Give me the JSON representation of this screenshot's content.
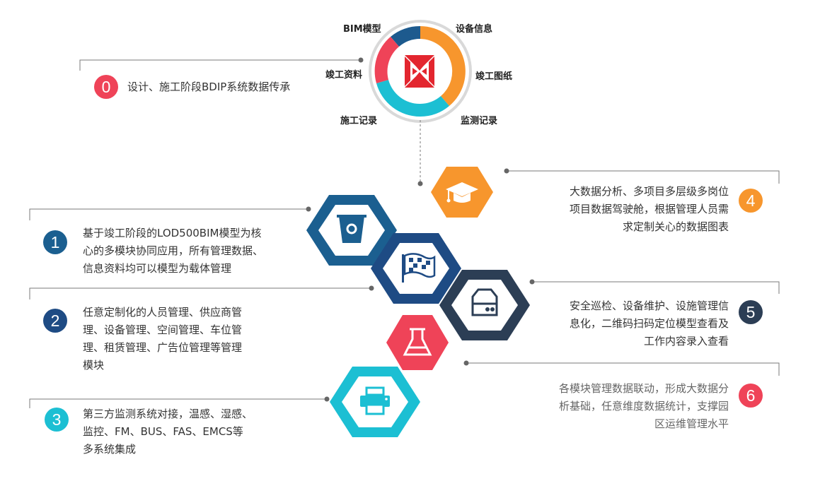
{
  "ring": {
    "labels": {
      "bim": "BIM模型",
      "equipment": "设备信息",
      "completion_docs": "竣工资料",
      "completion_drawings": "竣工图纸",
      "construction_records": "施工记录",
      "monitoring_records": "监测记录"
    }
  },
  "items": [
    {
      "num": "0",
      "color": "#ef4358",
      "lines": [
        "设计、施工阶段BDIP系统数据传承"
      ]
    },
    {
      "num": "1",
      "color": "#1b5f90",
      "lines": [
        "基于竣工阶段的LOD500BIM模型为核",
        "心的多模块协同应用，所有管理数据、",
        "信息资料均可以模型为载体管理"
      ]
    },
    {
      "num": "2",
      "color": "#1e4b84",
      "lines": [
        "任意定制化的人员管理、供应商管",
        "理、设备管理、空间管理、车位管",
        "理、租赁管理、广告位管理等管理",
        "模块"
      ]
    },
    {
      "num": "3",
      "color": "#1cbfd3",
      "lines": [
        "第三方监测系统对接，温感、湿感、",
        "监控、FM、BUS、FAS、EMCS等",
        "多系统集成"
      ]
    },
    {
      "num": "4",
      "color": "#f7962d",
      "lines": [
        "大数据分析、多项目多层级多岗位",
        "项目数据驾驶舱，根据管理人员需",
        "求定制关心的数据图表"
      ]
    },
    {
      "num": "5",
      "color": "#2c3e55",
      "lines": [
        "安全巡检、设备维护、设施管理信",
        "息化，二维码扫码定位模型查看及",
        "工作内容录入查看"
      ]
    },
    {
      "num": "6",
      "color": "#ef4358",
      "lines": [
        "各模块管理数据联动，形成大数据分",
        "析基础，任意维度数据统计，支撑园",
        "区运维管理水平"
      ]
    }
  ]
}
